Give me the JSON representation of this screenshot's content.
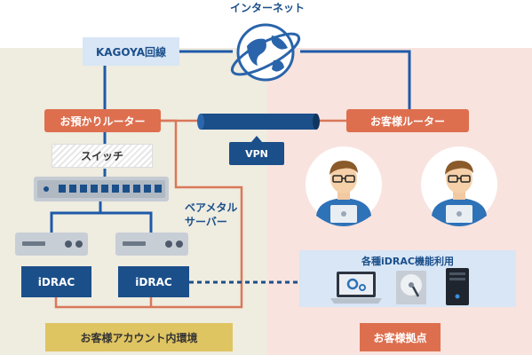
{
  "diagram": {
    "internet_label": "インターネット",
    "kagoya_line": "KAGOYA回線",
    "hosted_router": "お預かりルーター",
    "customer_router": "お客様ルーター",
    "switch": "スイッチ",
    "vpn": "VPN",
    "baremetal_server": "ベアメタル\nサーバー",
    "idrac_left": "iDRAC",
    "idrac_right": "iDRAC",
    "idrac_functions": "各種iDRAC機能利用",
    "customer_account_env": "お客様アカウント内環境",
    "customer_site": "お客様拠点"
  },
  "colors": {
    "left_zone": "#efece0",
    "right_zone": "#f8e3df",
    "router_orange": "#dd6f4f",
    "navy": "#1b4f8a",
    "light_blue": "#d8e6f6",
    "mustard": "#dfc462",
    "line_blue": "#1e5aa8",
    "line_orange": "#d9785a"
  },
  "icons": [
    "globe-icon",
    "switch-device-icon",
    "server-unit-icon",
    "user-avatar-icon",
    "laptop-gear-icon",
    "hard-disk-icon",
    "tower-pc-icon",
    "vpn-tunnel-icon"
  ]
}
